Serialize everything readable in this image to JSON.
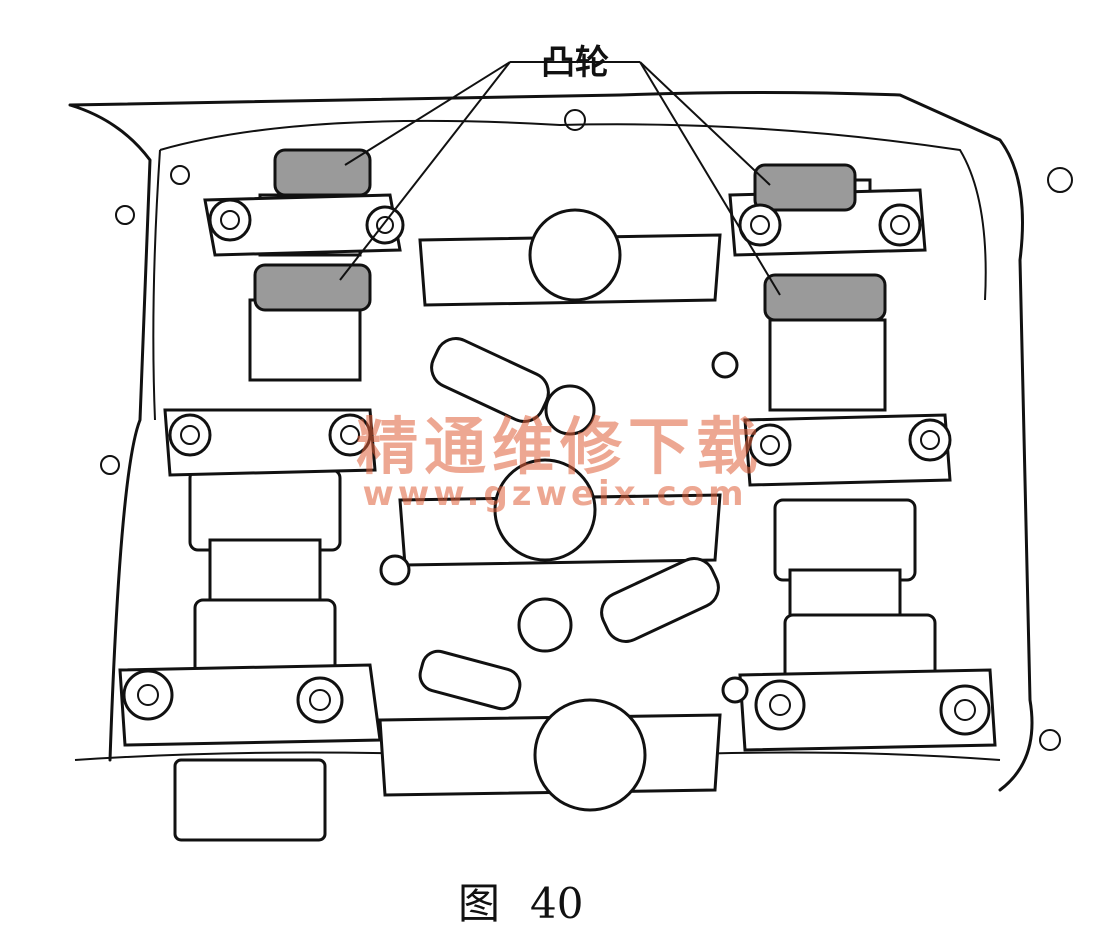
{
  "callout": {
    "label": "凸轮"
  },
  "caption": {
    "figure": "图",
    "number": "40"
  },
  "watermark": {
    "site_name": "精通维修下载",
    "url": "www.gzweix.com"
  },
  "colors": {
    "ink": "#111111",
    "lobe_fill": "#9a9a9a",
    "watermark": "#e0603a",
    "background": "#ffffff"
  }
}
